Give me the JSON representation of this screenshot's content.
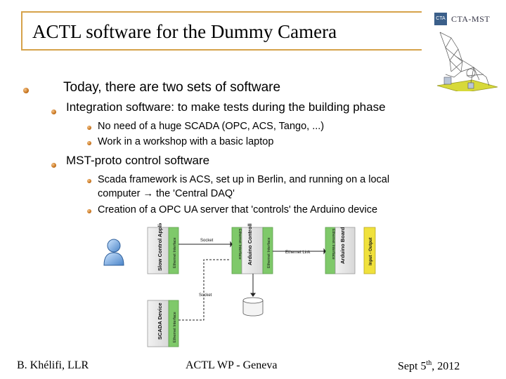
{
  "header": {
    "title": "ACTL software for the Dummy Camera",
    "logo_mark": "CTA",
    "logo_text": "CTA-MST"
  },
  "content": {
    "level1": "Today, there are two sets of software",
    "integration": "Integration software: to make tests during the building phase",
    "integration_items": [
      "No need of a huge SCADA (OPC, ACS, Tango, ...)",
      "Work in a workshop with a basic laptop"
    ],
    "mst": "MST-proto control software",
    "mst_items": [
      "Scada framework is ACS, set up in Berlin, and running on a local",
      "computer → the 'Central DAQ'",
      "Creation of a OPC UA server that 'controls' the Arduino device"
    ]
  },
  "diagram": {
    "slow_control": "Slow Control Application",
    "ethernet_interface": "Ethernet Interface",
    "arduino_controller": "Arduino Controller",
    "arduino_board": "Arduino Board",
    "input_output": "Input - Output",
    "scada_device": "SCADA Device",
    "socket": "Socket",
    "ethernet_link": "Ethernet Link"
  },
  "footer": {
    "author": "B. Khélifi, LLR",
    "event": "ACTL WP - Geneva",
    "date_prefix": "Sept 5",
    "date_sup": "th",
    "date_suffix": ", 2012"
  }
}
